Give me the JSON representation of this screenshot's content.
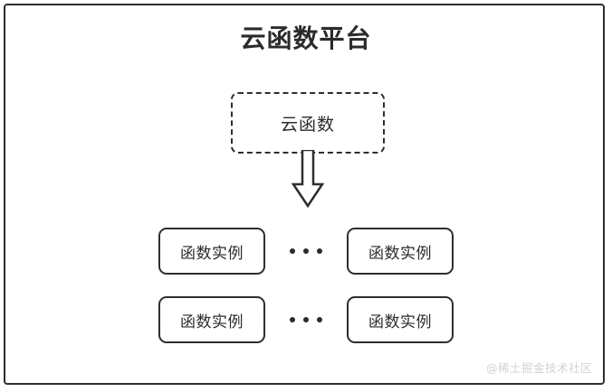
{
  "diagram": {
    "title": "云函数平台",
    "cloud_function": {
      "label": "云函数",
      "border_style": "dashed"
    },
    "arrow": {
      "name": "down-arrow",
      "direction": "down"
    },
    "instance_rows": [
      {
        "left_box": "函数实例",
        "ellipsis": "•••",
        "right_box": "函数实例"
      },
      {
        "left_box": "函数实例",
        "ellipsis": "•••",
        "right_box": "函数实例"
      }
    ],
    "watermark": "@稀土掘金技术社区",
    "colors": {
      "stroke": "#2e2e2e",
      "text": "#2b2b2b",
      "background": "#ffffff",
      "watermark": "#d2d2d2"
    }
  }
}
